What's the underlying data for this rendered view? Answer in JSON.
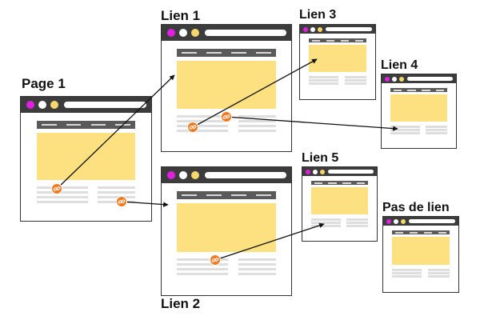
{
  "labels": {
    "page1": "Page 1",
    "lien1": "Lien 1",
    "lien2": "Lien 2",
    "lien3": "Lien 3",
    "lien4": "Lien 4",
    "lien5": "Lien 5",
    "pas_de_lien": "Pas de lien"
  },
  "colors": {
    "browser_bar": "#3c3c3c",
    "dot_magenta": "#e020e0",
    "dot_white": "#ffffff",
    "dot_yellow": "#f5d76e",
    "hero": "#fde07f",
    "nav": "#5a5a5a",
    "link_icon": "#f07a22",
    "arrow": "#111111"
  },
  "icons": {
    "link": "chain-link-icon",
    "arrow": "arrowhead"
  }
}
